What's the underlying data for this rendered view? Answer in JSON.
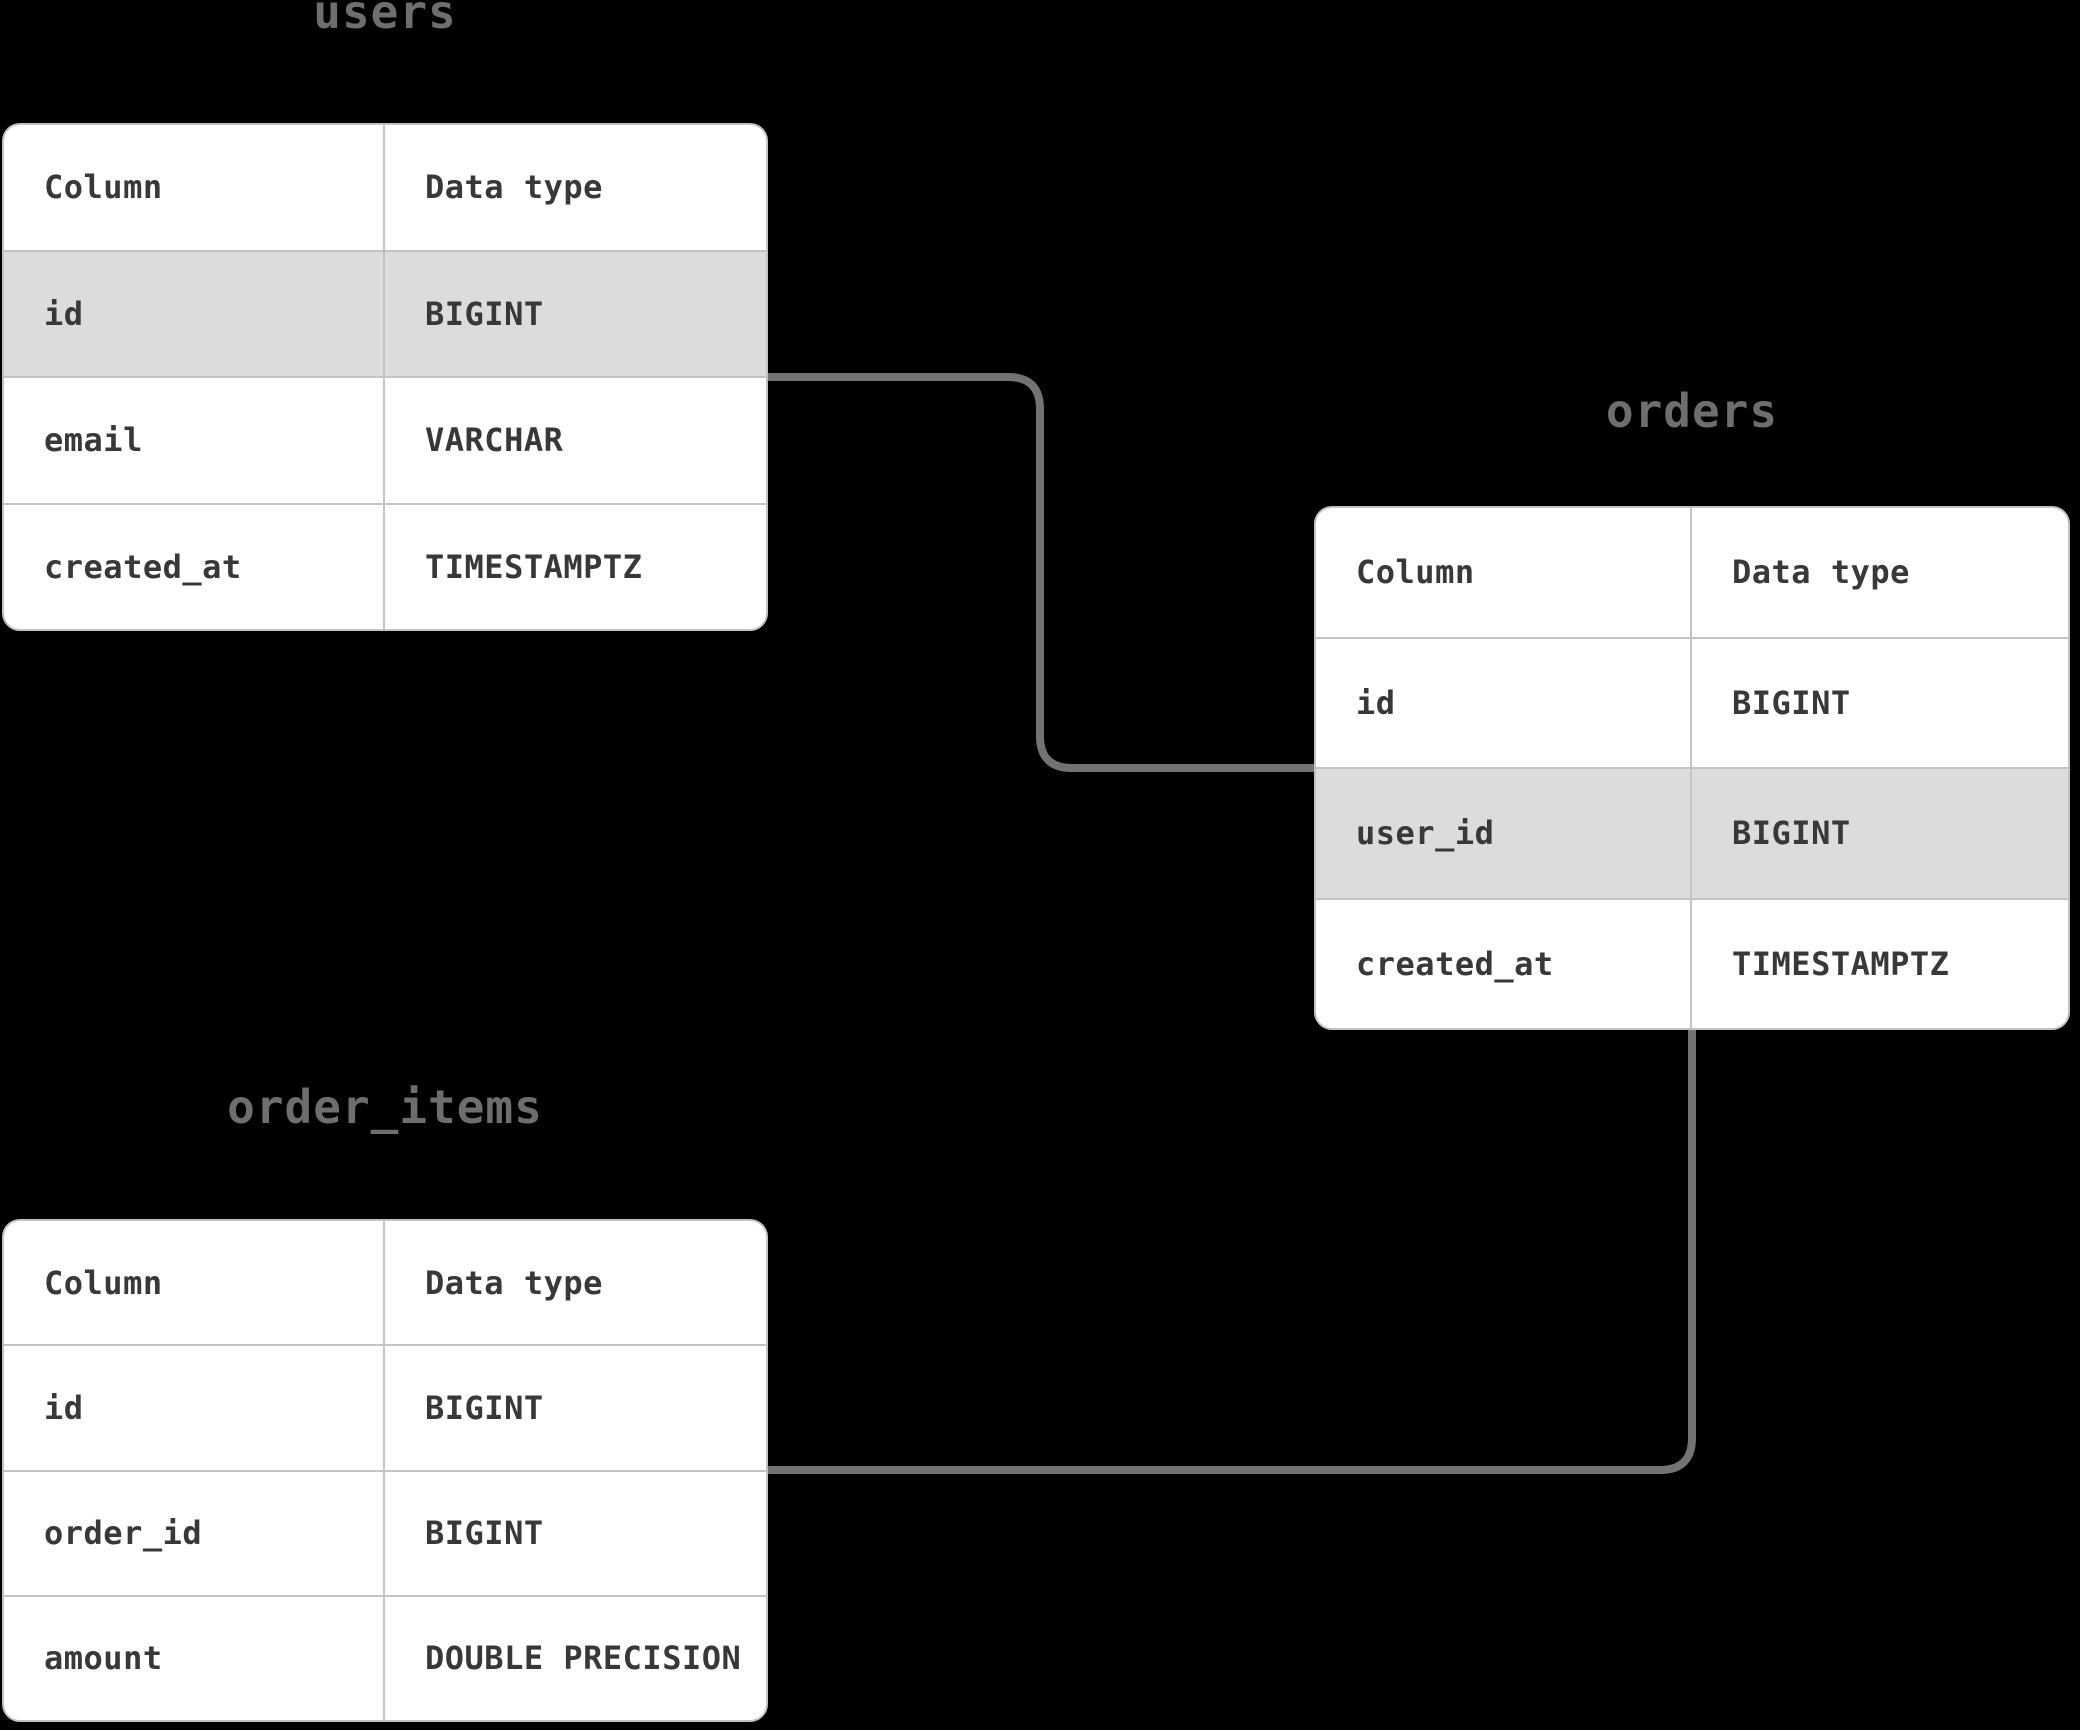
{
  "diagram": {
    "tables": {
      "users": {
        "title": "users",
        "headers": {
          "column": "Column",
          "type": "Data type"
        },
        "rows": [
          {
            "column": "id",
            "type": "BIGINT",
            "highlighted": true
          },
          {
            "column": "email",
            "type": "VARCHAR",
            "highlighted": false
          },
          {
            "column": "created_at",
            "type": "TIMESTAMPTZ",
            "highlighted": false
          }
        ]
      },
      "orders": {
        "title": "orders",
        "headers": {
          "column": "Column",
          "type": "Data type"
        },
        "rows": [
          {
            "column": "id",
            "type": "BIGINT",
            "highlighted": false
          },
          {
            "column": "user_id",
            "type": "BIGINT",
            "highlighted": true
          },
          {
            "column": "created_at",
            "type": "TIMESTAMPTZ",
            "highlighted": false
          }
        ]
      },
      "order_items": {
        "title": "order_items",
        "headers": {
          "column": "Column",
          "type": "Data type"
        },
        "rows": [
          {
            "column": "id",
            "type": "BIGINT",
            "highlighted": false
          },
          {
            "column": "order_id",
            "type": "BIGINT",
            "highlighted": false
          },
          {
            "column": "amount",
            "type": "DOUBLE PRECISION",
            "highlighted": false
          }
        ]
      }
    },
    "relationships": [
      {
        "from": "users.id",
        "to": "orders.user_id"
      },
      {
        "from": "orders.id",
        "to": "order_items.order_id"
      }
    ],
    "colors": {
      "background": "#000000",
      "card_background": "#ffffff",
      "card_border": "#c2c2c2",
      "row_border": "#c3c3c3",
      "highlight_row": "#dcdcdc",
      "cell_text": "#383838",
      "title_text": "#6e6e6e",
      "connector": "#737373"
    }
  }
}
